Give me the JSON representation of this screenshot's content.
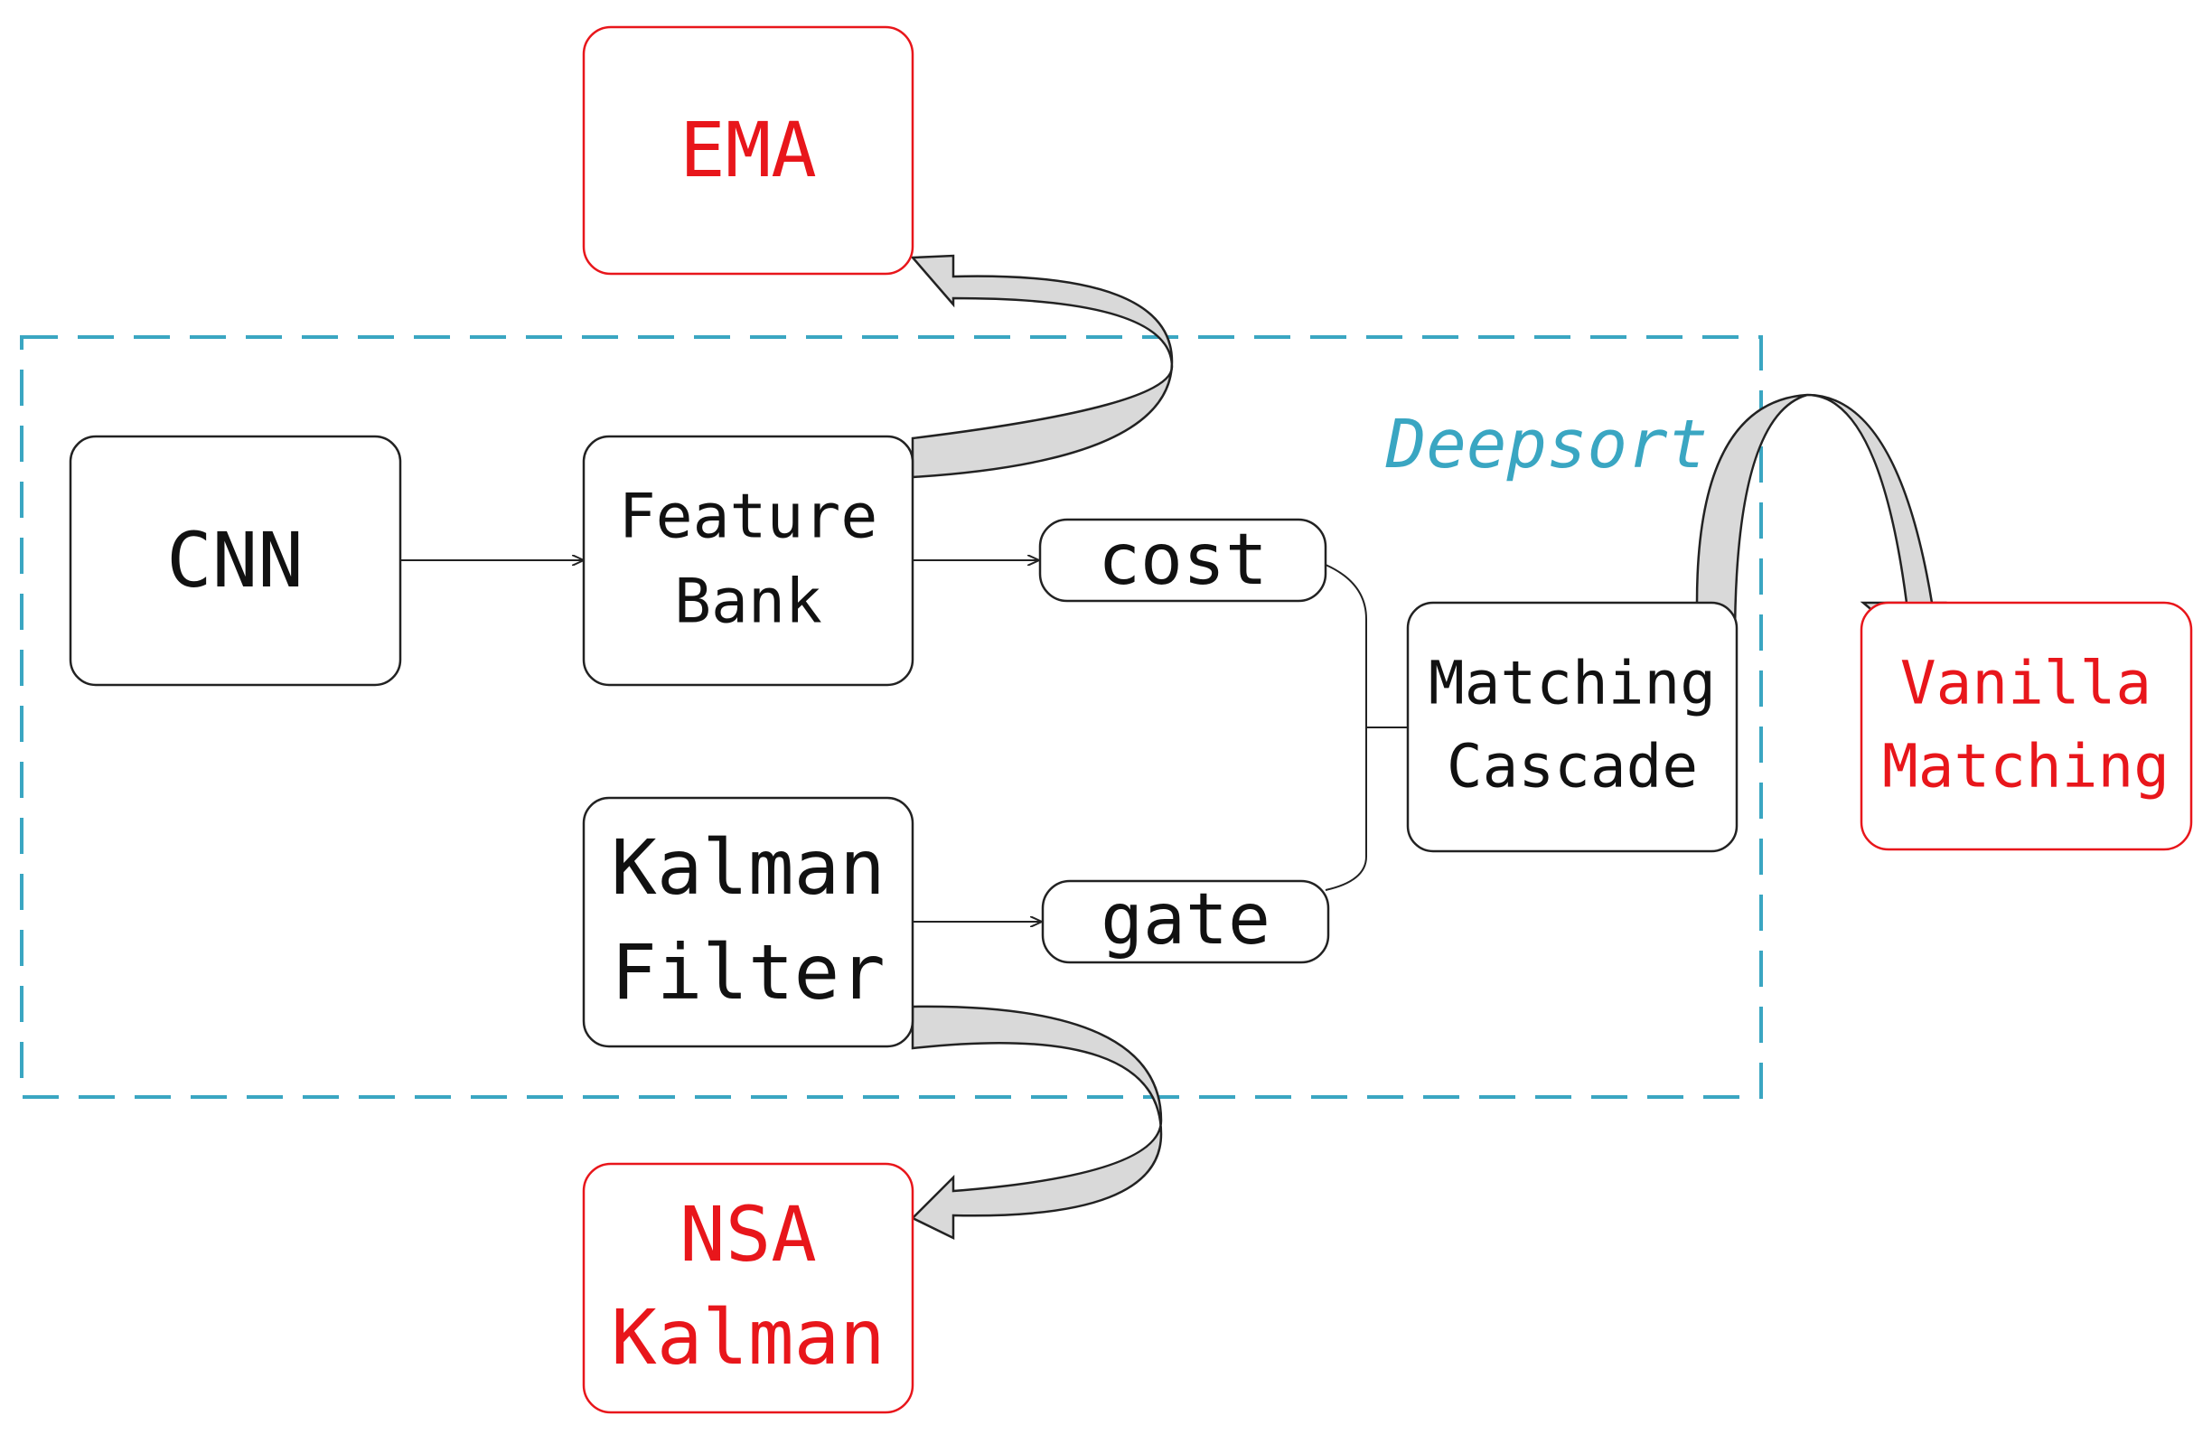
{
  "colors": {
    "node_border": "#222222",
    "improvement": "#e8161b",
    "frame": "#3aa6c2",
    "curve_fill": "#d9d9d9"
  },
  "frame": {
    "title": "Deepsort"
  },
  "nodes": {
    "cnn": {
      "label": "CNN"
    },
    "feature_bank": {
      "line1": "Feature",
      "line2": "Bank"
    },
    "kalman_filter": {
      "line1": "Kalman",
      "line2": "Filter"
    },
    "cost": {
      "label": "cost"
    },
    "gate": {
      "label": "gate"
    },
    "matching_cascade": {
      "line1": "Matching",
      "line2": "Cascade"
    }
  },
  "improvements": {
    "ema": {
      "label": "EMA"
    },
    "nsa_kalman": {
      "line1": "NSA",
      "line2": "Kalman"
    },
    "vanilla_matching": {
      "line1": "Vanilla",
      "line2": "Matching"
    }
  }
}
